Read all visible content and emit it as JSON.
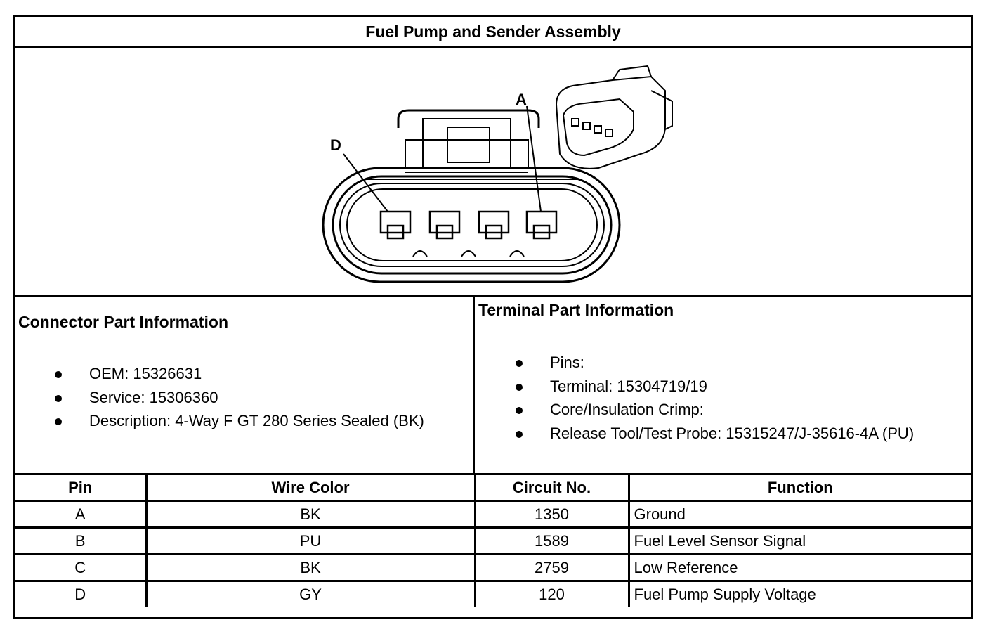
{
  "title": "Fuel Pump and Sender Assembly",
  "diagram": {
    "labels": {
      "pin_a": "A",
      "pin_d": "D"
    }
  },
  "connector_info": {
    "heading": "Connector Part Information",
    "items": [
      "OEM: 15326631",
      "Service: 15306360",
      "Description: 4-Way F GT 280 Series Sealed (BK)"
    ]
  },
  "terminal_info": {
    "heading": "Terminal Part Information",
    "items": [
      "Pins:",
      "Terminal: 15304719/19",
      "Core/Insulation Crimp:",
      "Release Tool/Test Probe: 15315247/J-35616-4A (PU)"
    ]
  },
  "table": {
    "headers": [
      "Pin",
      "Wire Color",
      "Circuit No.",
      "Function"
    ],
    "rows": [
      [
        "A",
        "BK",
        "1350",
        "Ground"
      ],
      [
        "B",
        "PU",
        "1589",
        "Fuel Level Sensor Signal"
      ],
      [
        "C",
        "BK",
        "2759",
        "Low Reference"
      ],
      [
        "D",
        "GY",
        "120",
        "Fuel Pump Supply Voltage"
      ]
    ]
  }
}
